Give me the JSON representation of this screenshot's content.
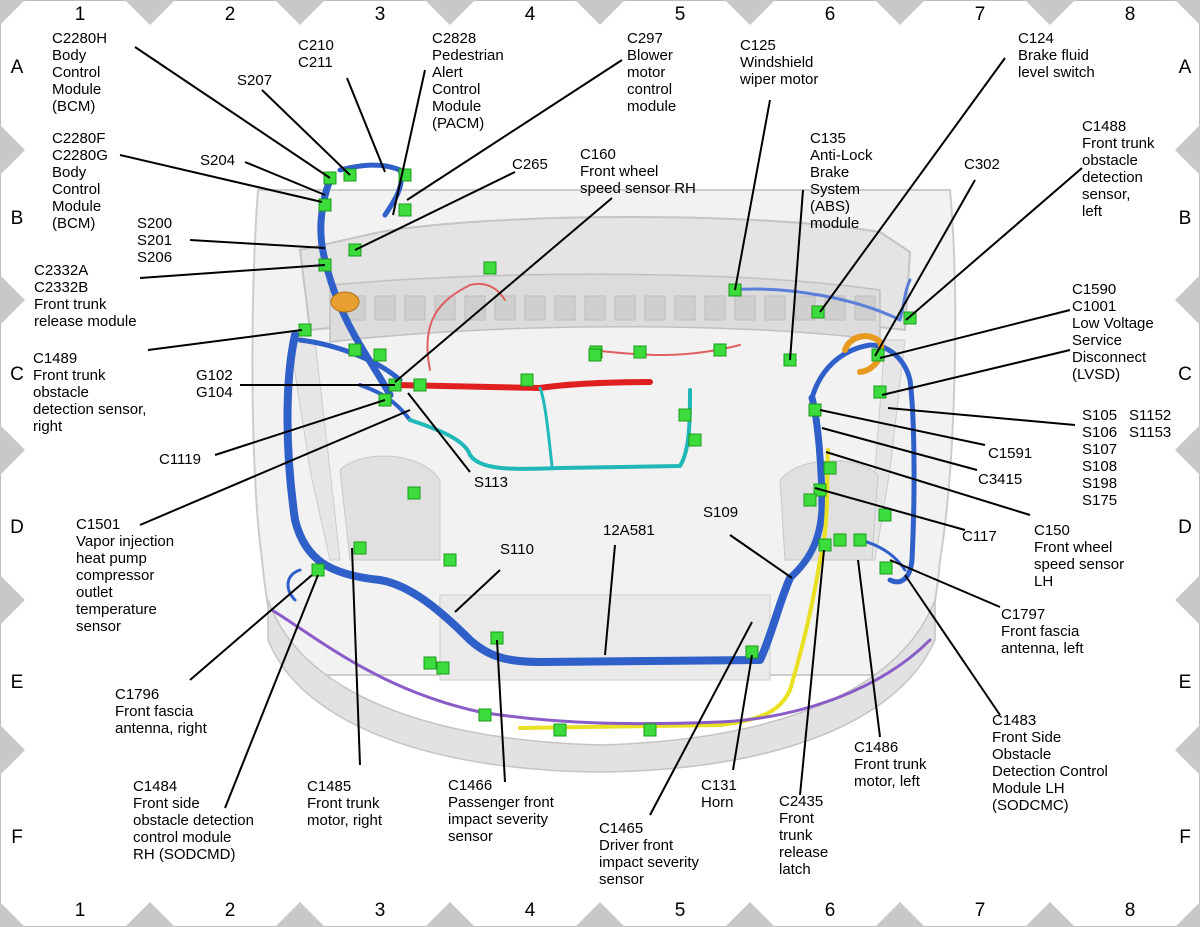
{
  "grid": {
    "columns": [
      "1",
      "2",
      "3",
      "4",
      "5",
      "6",
      "7",
      "8"
    ],
    "rows": [
      "A",
      "B",
      "C",
      "D",
      "E",
      "F"
    ]
  },
  "colors": {
    "harness_main": "#2f5fc8",
    "harness_red": "#e02020",
    "harness_teal": "#20b8b8",
    "harness_yellow": "#e8e020",
    "harness_purple": "#8a5cc8",
    "connector": "#3ddc3d",
    "frame_tab": "#c8c8c8",
    "body_fill": "#eeeeee"
  },
  "callouts": [
    {
      "id": "c2280h",
      "text": "C2280H\nBody\nControl\nModule\n(BCM)"
    },
    {
      "id": "s207",
      "text": "S207"
    },
    {
      "id": "c210",
      "text": "C210\nC211"
    },
    {
      "id": "c2828",
      "text": "C2828\nPedestrian\nAlert\nControl\nModule\n(PACM)"
    },
    {
      "id": "c297",
      "text": "C297\nBlower\nmotor\ncontrol\nmodule"
    },
    {
      "id": "c125",
      "text": "C125\nWindshield\nwiper motor"
    },
    {
      "id": "c124",
      "text": "C124\nBrake fluid\nlevel switch"
    },
    {
      "id": "c1488",
      "text": "C1488\nFront trunk\nobstacle\ndetection\nsensor,\nleft"
    },
    {
      "id": "c2280f",
      "text": "C2280F\nC2280G\nBody\nControl\nModule\n(BCM)"
    },
    {
      "id": "s204",
      "text": "S204"
    },
    {
      "id": "c265",
      "text": "C265"
    },
    {
      "id": "c160",
      "text": "C160\nFront wheel\nspeed sensor RH"
    },
    {
      "id": "c135",
      "text": "C135\nAnti-Lock\nBrake\nSystem\n(ABS)\nmodule"
    },
    {
      "id": "c302",
      "text": "C302"
    },
    {
      "id": "s200",
      "text": "S200\nS201\nS206"
    },
    {
      "id": "c2332",
      "text": "C2332A\nC2332B\nFront trunk\nrelease module"
    },
    {
      "id": "c1590",
      "text": "C1590"
    },
    {
      "id": "c1001",
      "text": "C1001\nLow Voltage\nService\nDisconnect\n(LVSD)"
    },
    {
      "id": "c1489",
      "text": "C1489\nFront trunk\nobstacle\ndetection sensor,\nright"
    },
    {
      "id": "g102",
      "text": "G102\nG104"
    },
    {
      "id": "s105",
      "text": "S105\nS106\nS107\nS108\nS198\nS175"
    },
    {
      "id": "s1152",
      "text": "S1152\nS1153"
    },
    {
      "id": "c1591",
      "text": "C1591"
    },
    {
      "id": "c1119",
      "text": "C1119"
    },
    {
      "id": "s113",
      "text": "S113"
    },
    {
      "id": "c3415",
      "text": "C3415"
    },
    {
      "id": "c1501",
      "text": "C1501\nVapor injection\nheat pump\ncompressor\noutlet\ntemperature\nsensor"
    },
    {
      "id": "s109",
      "text": "S109"
    },
    {
      "id": "c117",
      "text": "C117"
    },
    {
      "id": "c150",
      "text": "C150\nFront wheel\nspeed sensor\nLH"
    },
    {
      "id": "s110",
      "text": "S110"
    },
    {
      "id": "n12a581",
      "text": "12A581"
    },
    {
      "id": "c1797",
      "text": "C1797\nFront fascia\nantenna, left"
    },
    {
      "id": "c1796",
      "text": "C1796\nFront fascia\nantenna, right"
    },
    {
      "id": "c1483",
      "text": "C1483\nFront Side\nObstacle\nDetection Control\nModule LH\n(SODCMC)"
    },
    {
      "id": "c1484",
      "text": "C1484\nFront side\nobstacle detection\ncontrol module\nRH (SODCMD)"
    },
    {
      "id": "c1485",
      "text": "C1485\nFront trunk\nmotor, right"
    },
    {
      "id": "c1466",
      "text": "C1466\nPassenger front\nimpact severity\nsensor"
    },
    {
      "id": "c131",
      "text": "C131\nHorn"
    },
    {
      "id": "c1486",
      "text": "C1486\nFront trunk\nmotor, left"
    },
    {
      "id": "c1465",
      "text": "C1465\nDriver front\nimpact severity\nsensor"
    },
    {
      "id": "c2435",
      "text": "C2435\nFront\ntrunk\nrelease\nlatch"
    }
  ]
}
